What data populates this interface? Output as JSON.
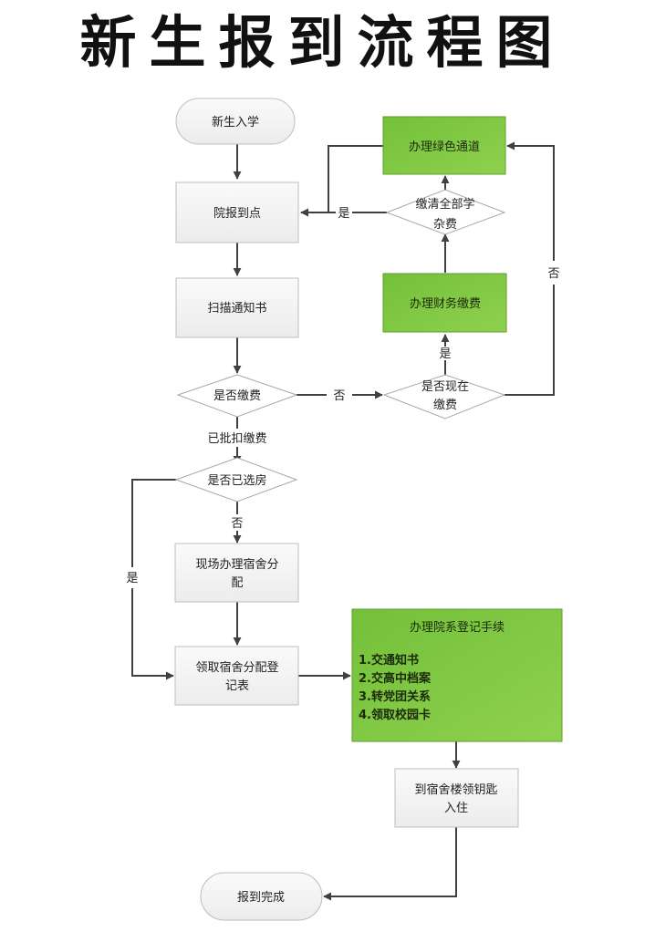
{
  "title": "新生报到流程图",
  "colors": {
    "process_fill": "#f4f4f4",
    "process_stroke": "#bdbdbd",
    "green_fill": "#7dc63f",
    "green_stroke": "#5e9e2a",
    "line": "#404040"
  },
  "nodes": {
    "start": "新生入学",
    "register_college": "院报到点",
    "scan_notice": "扫描通知书",
    "paid_decision": "是否缴费",
    "pay_now_decision": [
      "是否现在",
      "缴费"
    ],
    "finance_payment": "办理财务缴费",
    "all_paid_decision": [
      "缴清全部学",
      "杂费"
    ],
    "green_channel": "办理绿色通道",
    "room_selected_decision": "是否已选房",
    "onsite_dorm": [
      "现场办理宿舍分",
      "配"
    ],
    "dorm_form": [
      "领取宿舍分配登",
      "记表"
    ],
    "department_title": "办理院系登记手续",
    "department_items": [
      "1.交通知书",
      "2.交高中档案",
      "3.转党团关系",
      "4.领取校园卡"
    ],
    "get_keys": [
      "到宿舍楼领钥匙",
      "入住"
    ],
    "end": "报到完成"
  },
  "edge_labels": {
    "yes_all_paid": "是",
    "no_paid": "否",
    "yes_pay_now": "是",
    "no_pay_now": "否",
    "deducted": "已批扣缴费",
    "no_room": "否",
    "yes_room": "是"
  }
}
